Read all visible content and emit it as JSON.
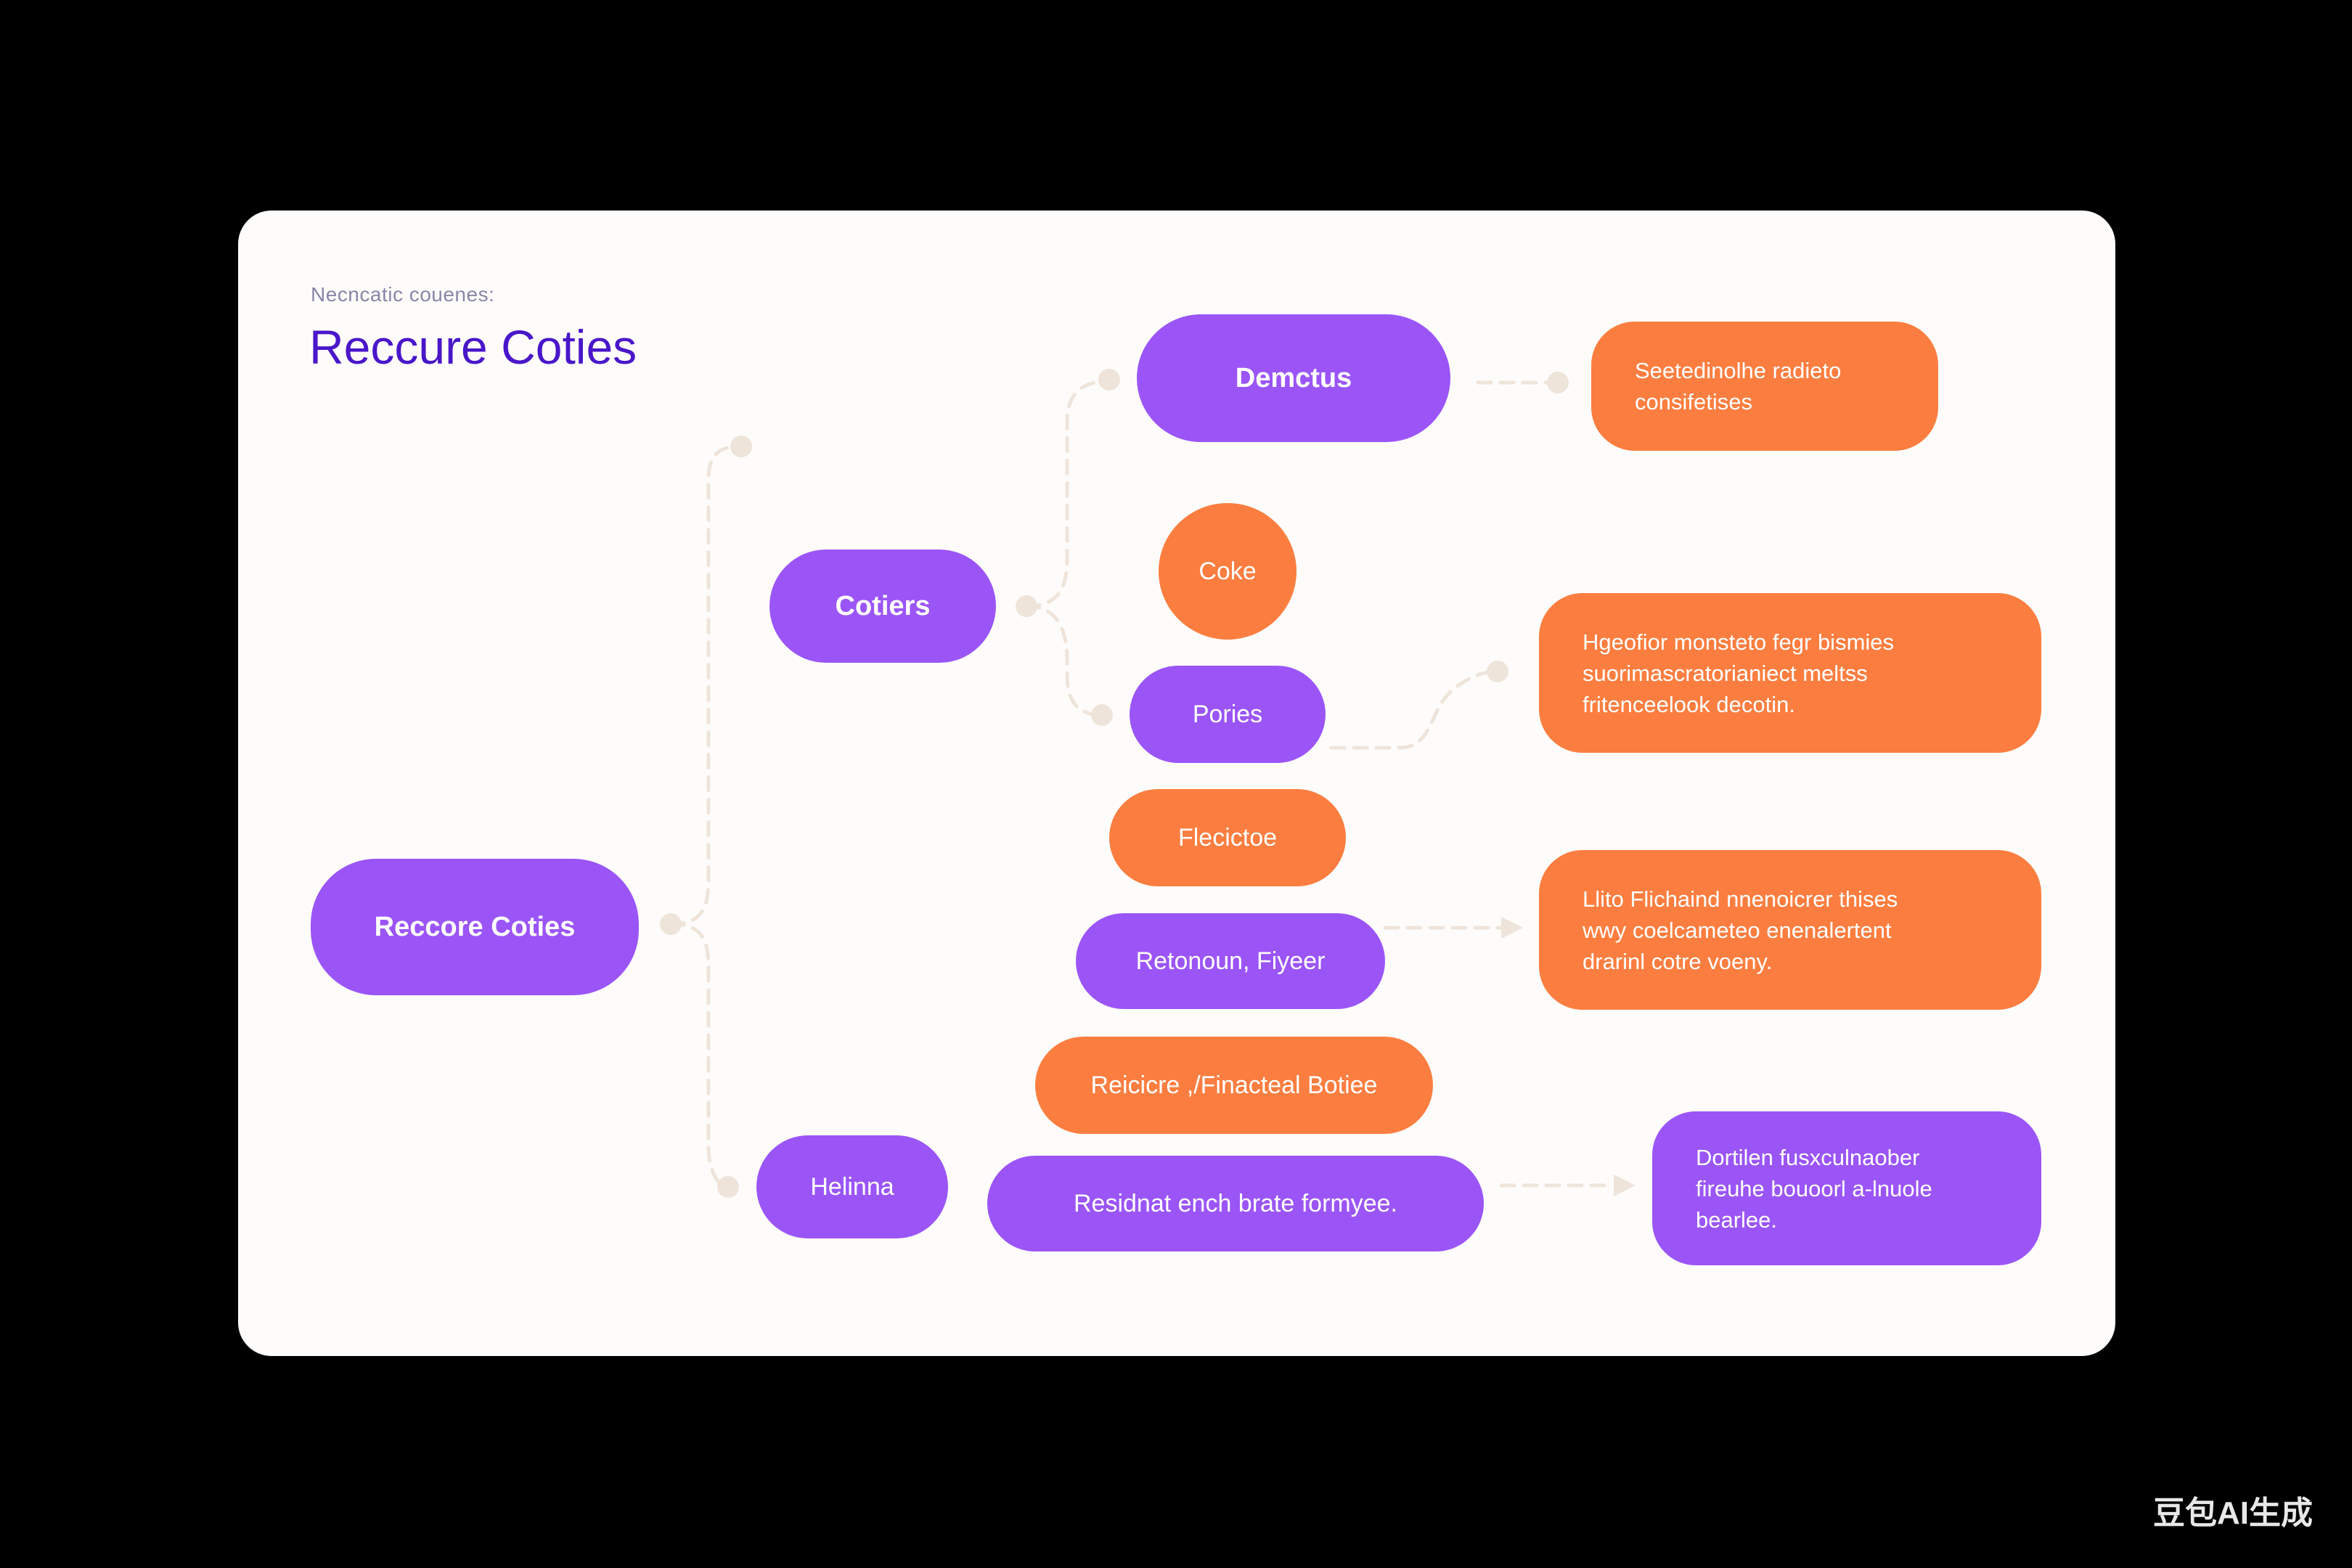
{
  "colors": {
    "background": "#000000",
    "card": "#fdfcfb",
    "title": "#4a16c9",
    "purple": "#9b55f6",
    "orange": "#fb7e40",
    "connector": "#efe4da"
  },
  "header": {
    "eyebrow": "Necncatic couenes:",
    "title": "Reccure Coties"
  },
  "nodes": {
    "root": "Reccore Coties",
    "coties": "Cotiers",
    "helinna": "Helinna",
    "demetus": "Demctus",
    "coke": "Coke",
    "pories": "Pories",
    "recictioe": "Flecictoe",
    "retonoun": "Retonoun, Fiyeer",
    "reicore": "Reicicre ,/Finacteal Botiee",
    "residnat": "Residnat ench brate formyee."
  },
  "notes": {
    "demetus_note": [
      "Seetedinolhe radieto",
      "consifetises"
    ],
    "pories_note": [
      "Hgeofior monsteto fegr bismies",
      "suorimascratorianiect meltss",
      "fritenceelook decotin."
    ],
    "retonoun_note": [
      "Llito Flichaind nnenoicrer thises",
      "wwy coelcameteo enenalertent",
      "drarinl cotre voeny."
    ],
    "residnat_note": [
      "Dortilen fusxculnaober",
      "fireuhe bouoorl a-lnuole",
      "bearlee."
    ]
  },
  "watermark": "豆包AI生成"
}
